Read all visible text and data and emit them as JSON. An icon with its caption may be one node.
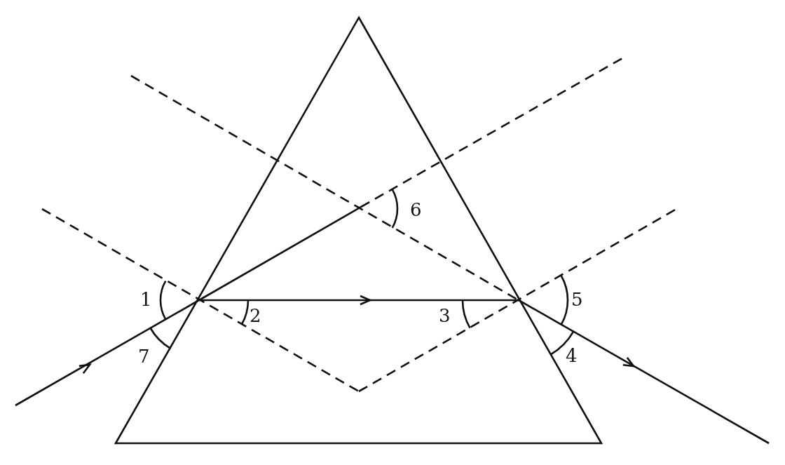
{
  "diagram": {
    "labels": [
      "6",
      "1",
      "5",
      "2",
      "3",
      "7",
      "4"
    ]
  }
}
